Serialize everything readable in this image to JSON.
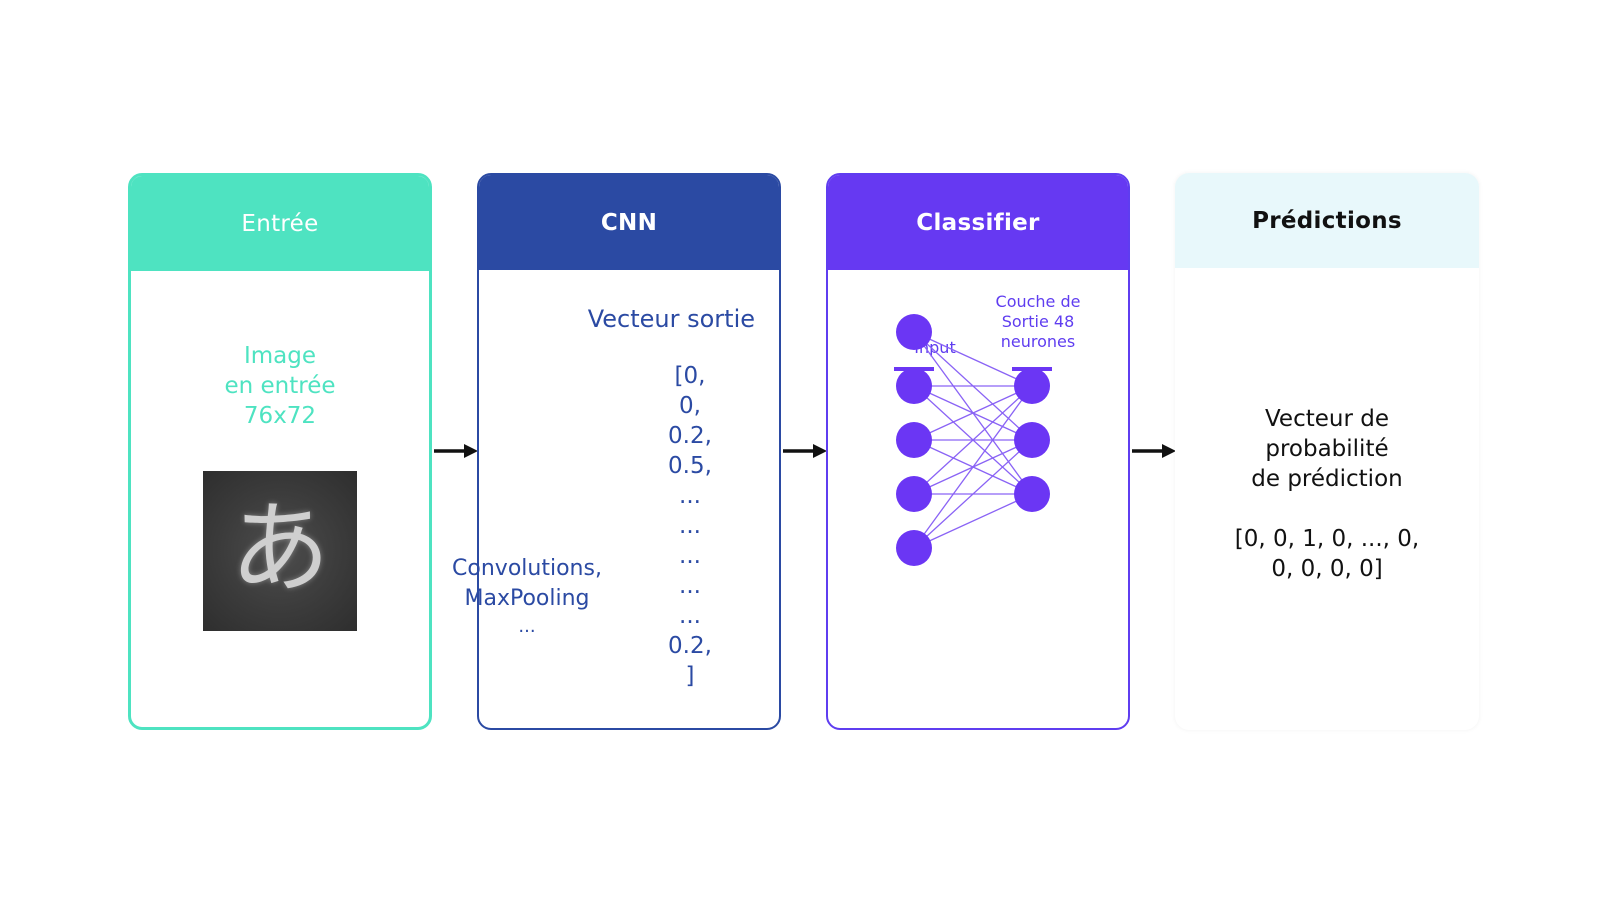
{
  "stages": [
    {
      "title": "Entrée",
      "color": "#4ee3c1"
    },
    {
      "title": "CNN",
      "color": "#2b4aa3"
    },
    {
      "title": "Classifier",
      "color": "#6639f2"
    },
    {
      "title": "Prédictions",
      "color": "#e8f8fb"
    }
  ],
  "input": {
    "caption": [
      "Image",
      "en entrée",
      "76x72"
    ],
    "sample_glyph": "あ"
  },
  "cnn": {
    "output_title": "Vecteur sortie",
    "vector": [
      "[0,",
      "0,",
      "0.2,",
      "0.5,",
      "...",
      "...",
      "...",
      "...",
      "...",
      "0.2,",
      "]"
    ],
    "ops": [
      "Convolutions,",
      "MaxPooling"
    ],
    "ops_more": "..."
  },
  "classifier": {
    "input_label": "Input",
    "output_label": [
      "Couche de",
      "Sortie 48",
      "neurones"
    ],
    "input_nodes": 5,
    "output_nodes": 3,
    "node_color": "#6b36f4"
  },
  "predictions": {
    "description": [
      "Vecteur de",
      "probabilité",
      "de prédiction"
    ],
    "vector": [
      "[0, 0, 1, 0, ..., 0,",
      "0, 0, 0, 0]"
    ]
  }
}
